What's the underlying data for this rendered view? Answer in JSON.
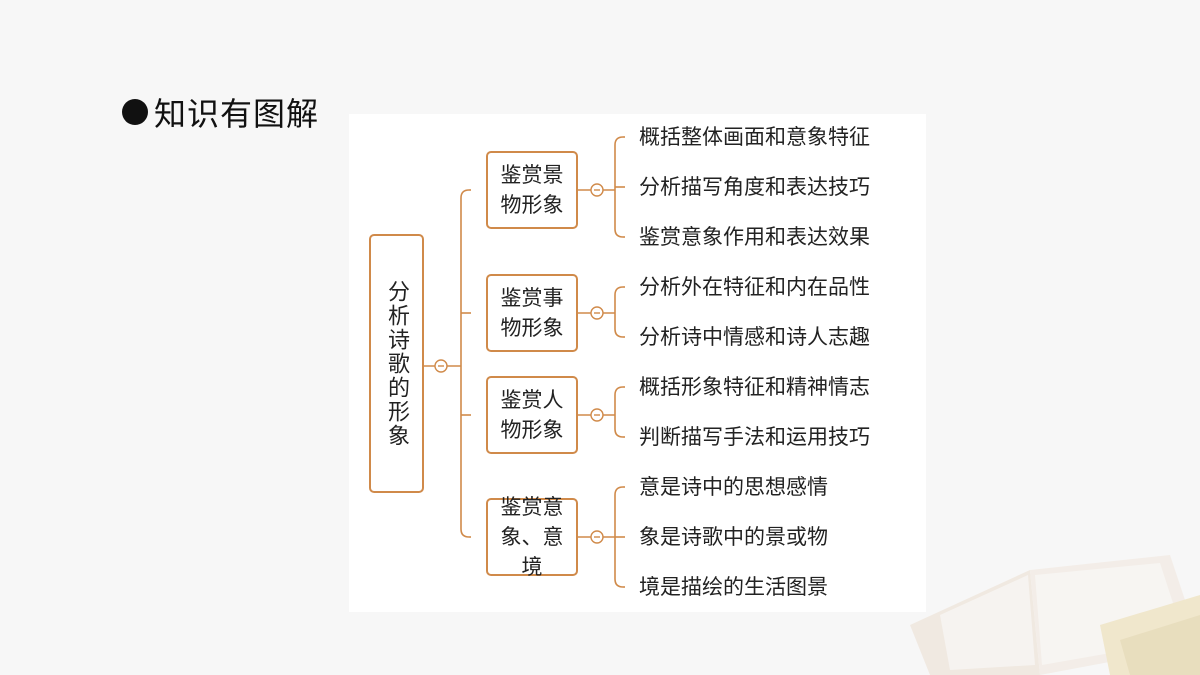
{
  "heading": {
    "bullet": "●",
    "title": "知识有图解"
  },
  "root": {
    "label": "分析诗歌的形象"
  },
  "branches": [
    {
      "label": "鉴赏景物形象",
      "items": [
        "概括整体画面和意象特征",
        "分析描写角度和表达技巧",
        "鉴赏意象作用和表达效果"
      ]
    },
    {
      "label": "鉴赏事物形象",
      "items": [
        "分析外在特征和内在品性",
        "分析诗中情感和诗人志趣"
      ]
    },
    {
      "label": "鉴赏人物形象",
      "items": [
        "概括形象特征和精神情志",
        "判断描写手法和运用技巧"
      ]
    },
    {
      "label": "鉴赏意象、意境",
      "items": [
        "意是诗中的思想感情",
        "象是诗歌中的景或物",
        "境是描绘的生活图景"
      ]
    }
  ],
  "colors": {
    "accent": "#d08a4a",
    "text": "#222222",
    "panel_bg": "#ffffff",
    "page_bg": "#f7f7f7"
  },
  "icons": {
    "collapse": "minus-circle-icon",
    "decoration": "open-book-illustration"
  }
}
